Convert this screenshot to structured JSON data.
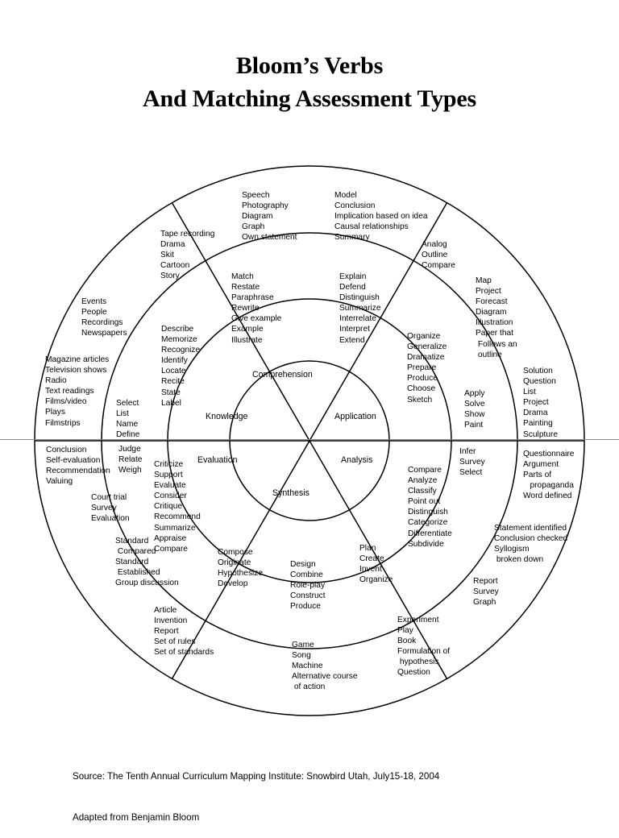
{
  "title": {
    "line1": "Bloom’s Verbs",
    "line2": "And Matching Assessment Types"
  },
  "footer": {
    "source": "Source: The Tenth Annual Curriculum Mapping Institute: Snowbird Utah, July15-18, 2004",
    "adapted": "Adapted from Benjamin Bloom"
  },
  "diagram": {
    "type": "concentric-wheel",
    "rings": [
      "core-domains",
      "verbs",
      "assessment-types-inner",
      "assessment-types-outer"
    ],
    "sector_count": 6,
    "core": {
      "knowledge": "Knowledge",
      "comprehension": "Comprehension",
      "application": "Application",
      "analysis": "Analysis",
      "synthesis": "Synthesis",
      "evaluation": "Evaluation"
    },
    "verbs": {
      "knowledge": "Describe\nMemorize\nRecognize\nIdentify\nLocate\nRecite\nState\nLabel",
      "comprehension": "Match\nRestate\nParaphrase\nRewrite\nGive example\nExample\nIllustrate",
      "comprehension_b": "Explain\nDefend\nDistinguish\nSummarize\nInterrelate\nInterpret\nExtend",
      "application": "Organize\nGeneralize\nDramatize\nPrepare\nProduce\nChoose\nSketch",
      "application_b": "Apply\nSolve\nShow\nPaint",
      "analysis": "Infer\nSurvey\nSelect",
      "analysis_b": "Compare\nAnalyze\nClassify\nPoint out\nDistinguish\nCategorize\nDifferentiate\nSubdivide",
      "synthesis": "Plan\nCreate\nInvent\nOrganize",
      "synthesis_b": "Design\nCombine\nRole-play\nConstruct\nProduce",
      "synthesis_c": "Compose\nOriginate\nHypothesize\nDevelop",
      "evaluation": "Criticize\nSupport\nEvaluate\nConsider\nCritique\nRecommend\nSummarize\nAppraise\nCompare",
      "evaluation_b": "Judge\nRelate\nWeigh",
      "knowledge_b": "Select\nList\nName\nDefine"
    },
    "assessments_inner": {
      "knowledge_top": "Tape recording\nDrama\nSkit\nCartoon\nStory",
      "knowledge_left": "Events\nPeople\nRecordings\nNewspapers",
      "comprehension_top": "Speech\nPhotography\nDiagram\nGraph\nOwn statement",
      "application_top": "Model\nConclusion\nImplication based on idea\nCausal relationships\nSummary",
      "application_right": "Analog\nOutline\nCompare",
      "analysis_right": "Map\nProject\nForecast\nDiagram\nIllustration\nPaper that\n Follows an\n outline",
      "synthesis_right": "Experiment\nPlay\nBook\nFormulation of\n hypothesis\nQuestion",
      "synthesis_bottom": "Game\nSong\nMachine\nAlternative course\n of action",
      "evaluation_bottom": "Article\nInvention\nReport\nSet of rules\nSet of standards",
      "evaluation_left": "Court trial\nSurvey\nEvaluation",
      "evaluation_left_b": "Standard\n Compared\nStandard\n Established\nGroup discussion"
    },
    "assessments_outer": {
      "knowledge_outer": "Magazine articles\nTelevision shows\nRadio\nText readings\nFilms/video\nPlays\nFilmstrips",
      "application_outer": "Solution\nQuestion\nList\nProject\nDrama\nPainting\nSculpture",
      "analysis_outer": "Questionnaire\nArgument\nParts of\n   propaganda\nWord defined",
      "analysis_outer_b": "Statement identified\nConclusion checked\nSyllogism\n broken down",
      "synthesis_outer": "Report\nSurvey\nGraph",
      "evaluation_outer": "Conclusion\nSelf-evaluation\nRecommendation\nValuing"
    }
  }
}
